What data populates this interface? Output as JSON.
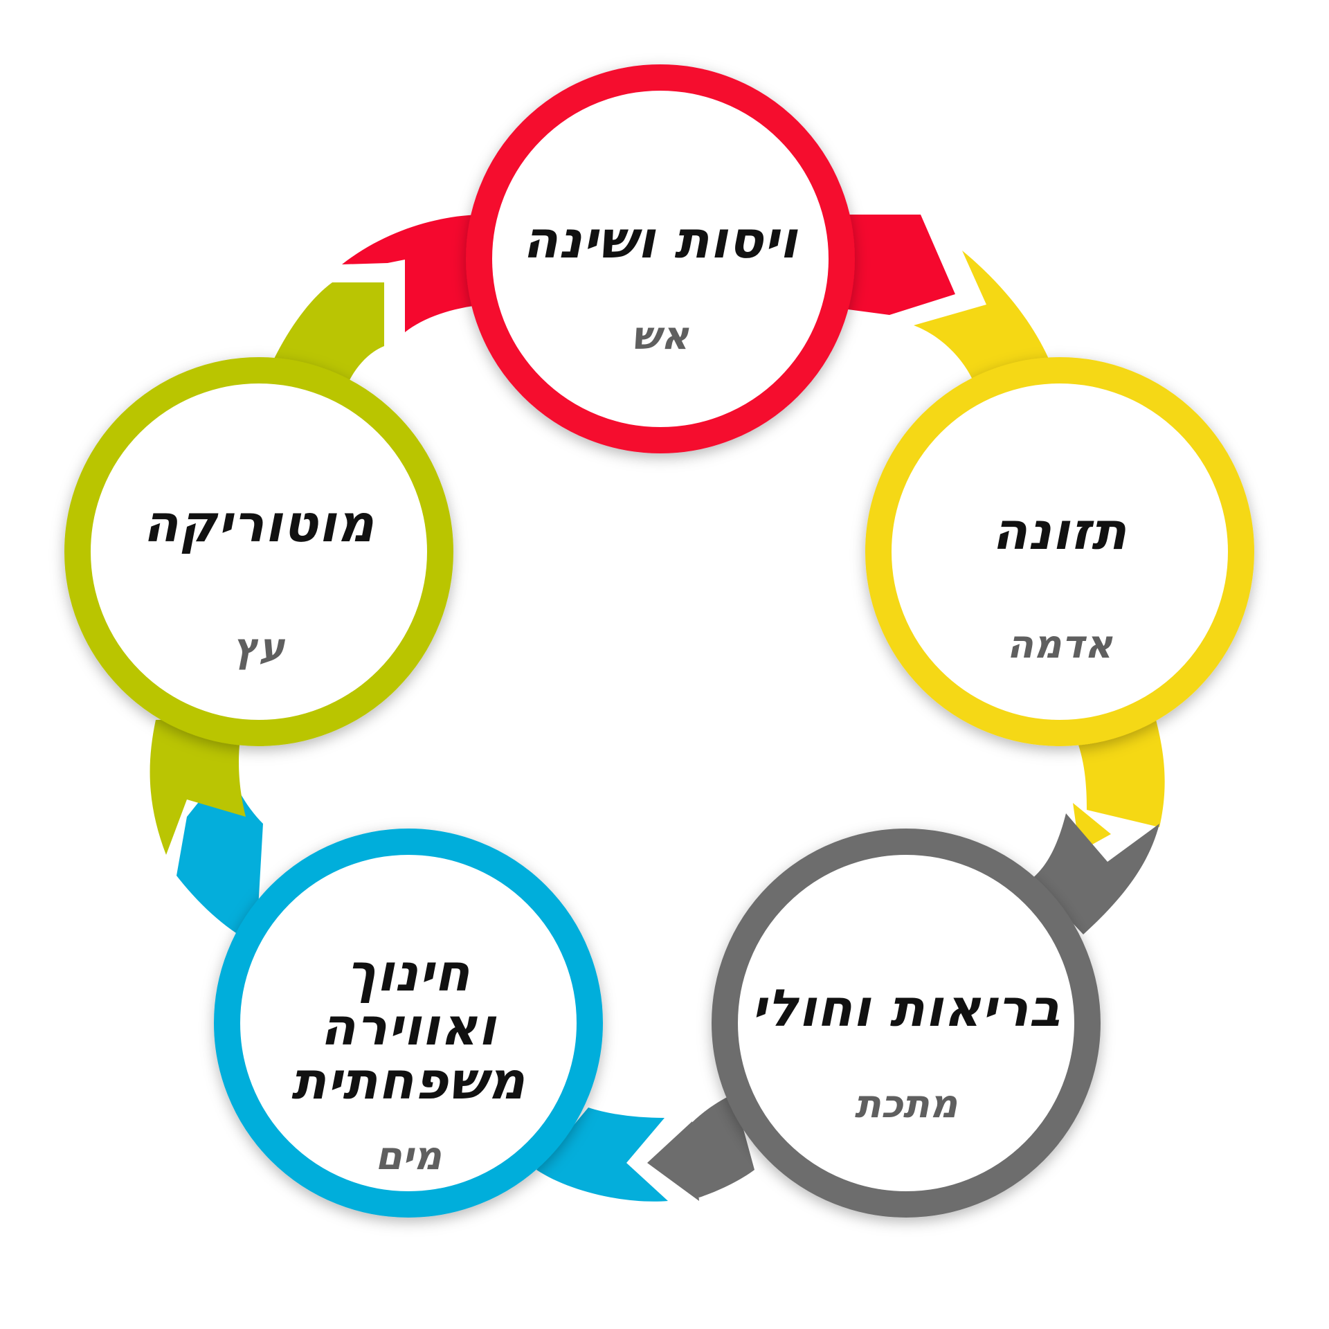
{
  "diagram": {
    "nodes": [
      {
        "title": "ויסות ושינה",
        "element": "אש",
        "color": "#f5082e"
      },
      {
        "title": "תזונה",
        "element": "אדמה",
        "color": "#f5d814"
      },
      {
        "title": "בריאות וחולי",
        "element": "מתכת",
        "color": "#6d6d6d"
      },
      {
        "title": "חינוך ואווירה משפחתית",
        "element": "מים",
        "color": "#04aedb"
      },
      {
        "title": "מוטוריקה",
        "element": "עץ",
        "color": "#bac503"
      }
    ],
    "arrows": [
      {
        "color_of_node": 0
      },
      {
        "color_of_node": 1
      },
      {
        "color_of_node": 2
      },
      {
        "color_of_node": 3
      },
      {
        "color_of_node": 4
      }
    ]
  }
}
